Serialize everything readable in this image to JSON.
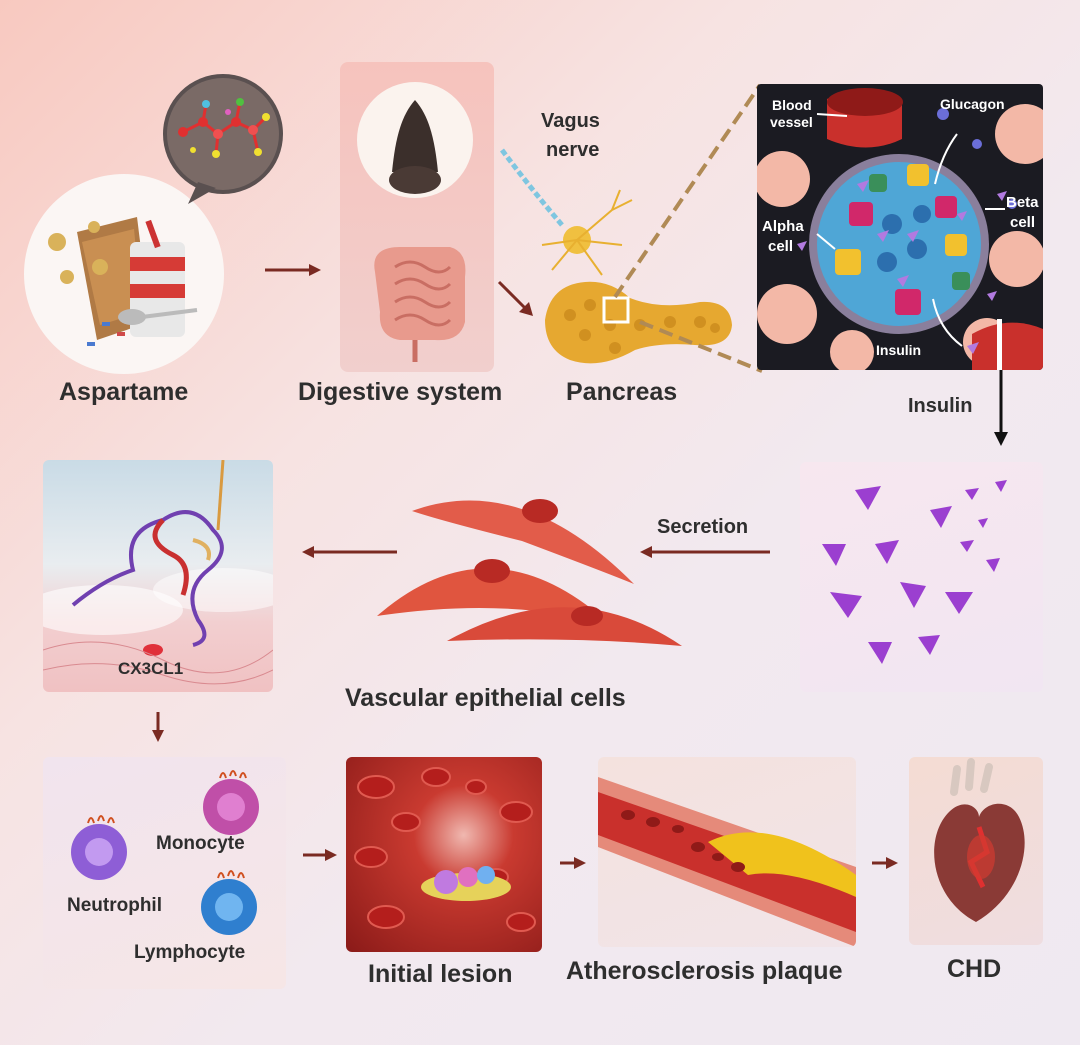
{
  "labels": {
    "aspartame": "Aspartame",
    "digestive_system": "Digestive system",
    "vagus_nerve_line1": "Vagus",
    "vagus_nerve_line2": "nerve",
    "pancreas": "Pancreas",
    "blood_vessel_line1": "Blood",
    "blood_vessel_line2": "vessel",
    "glucagon": "Glucagon",
    "beta_cell_line1": "Beta",
    "beta_cell_line2": "cell",
    "alpha_cell_line1": "Alpha",
    "alpha_cell_line2": "cell",
    "insulin_inset": "Insulin",
    "insulin_arrow": "Insulin",
    "secretion": "Secretion",
    "vascular_epithelial_cells": "Vascular epithelial cells",
    "cx3cl1": "CX3CL1",
    "monocyte": "Monocyte",
    "neutrophil": "Neutrophil",
    "lymphocyte": "Lymphocyte",
    "initial_lesion": "Initial lesion",
    "atherosclerosis_plaque": "Atherosclerosis plaque",
    "chd": "CHD"
  },
  "colors": {
    "arrow": "#7a2a22",
    "insulin_triangle": "#9b3fd0",
    "vessel_red": "#c9302c",
    "plaque_yellow": "#f0c21c",
    "label_text": "#2e2e2e"
  }
}
